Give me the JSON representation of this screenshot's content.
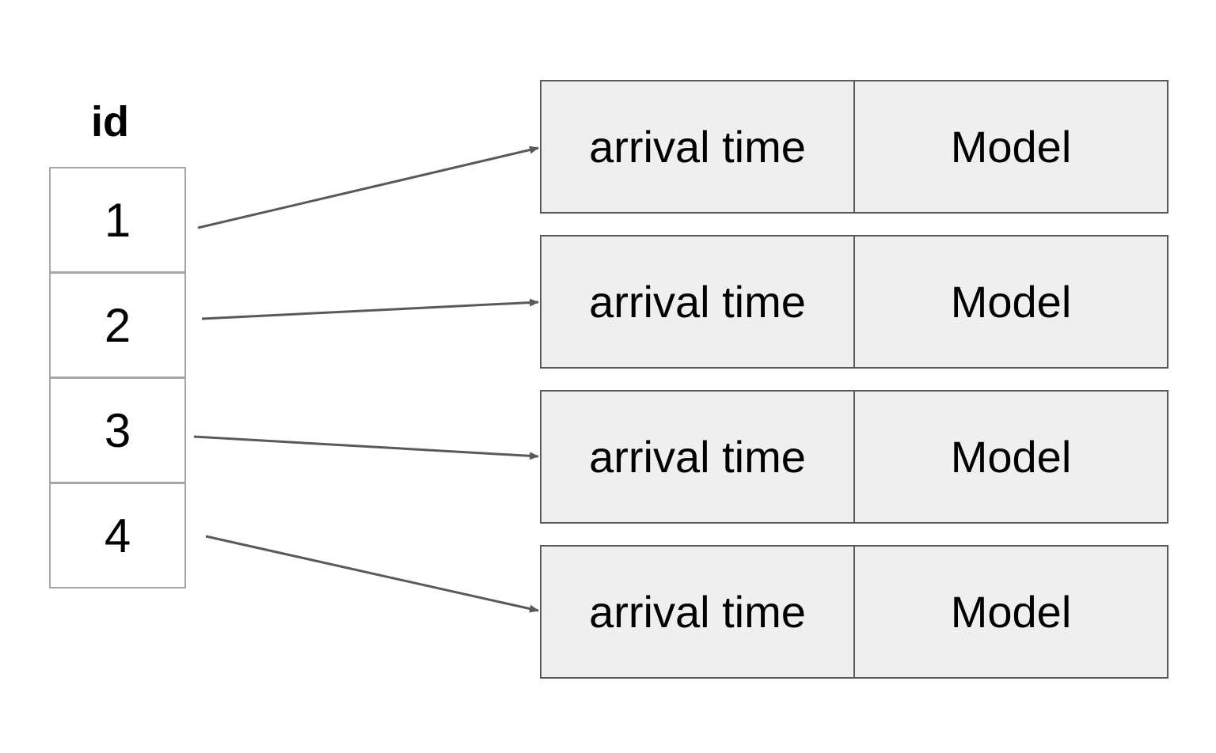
{
  "id_table": {
    "header": "id",
    "rows": [
      "1",
      "2",
      "3",
      "4"
    ]
  },
  "records": [
    {
      "field_1": "arrival time",
      "field_2": "Model"
    },
    {
      "field_1": "arrival time",
      "field_2": "Model"
    },
    {
      "field_1": "arrival time",
      "field_2": "Model"
    },
    {
      "field_1": "arrival time",
      "field_2": "Model"
    }
  ],
  "colors": {
    "id_border": "#a6a6a6",
    "record_border": "#595959",
    "record_fill": "#efefef",
    "arrow": "#595959"
  }
}
